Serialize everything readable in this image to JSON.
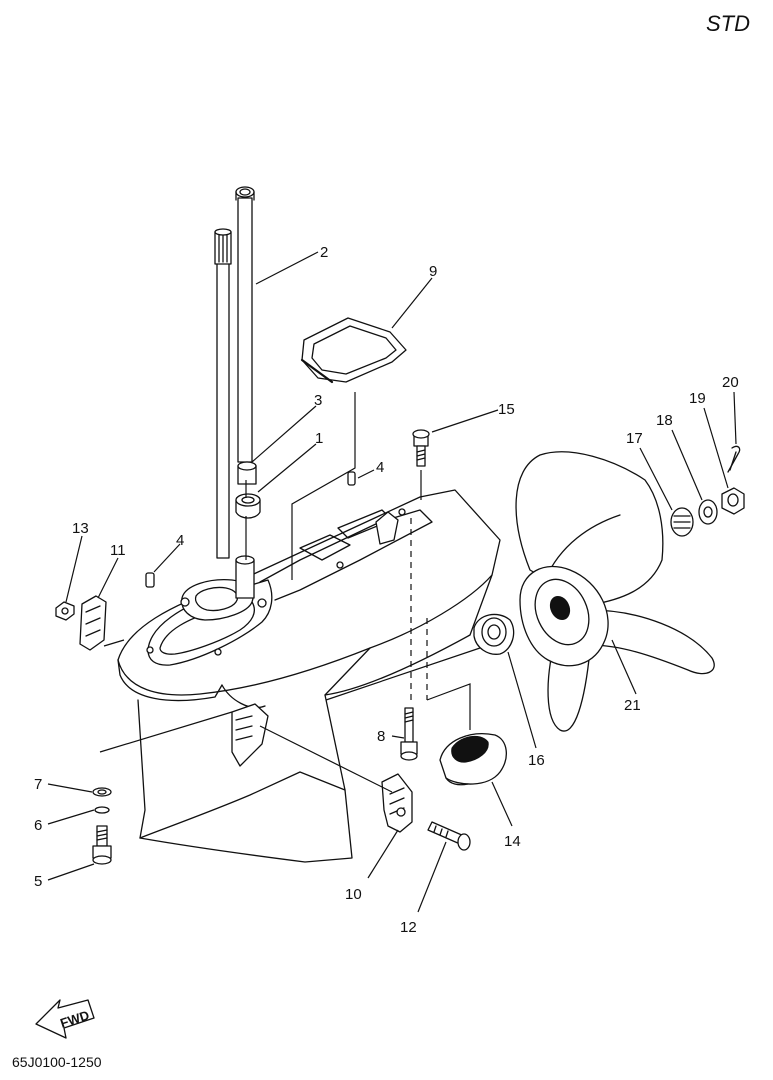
{
  "header": {
    "variant": "STD"
  },
  "footer": {
    "diagram_code": "65J0100-1250",
    "direction_label": "FWD"
  },
  "callouts": [
    {
      "id": "c1",
      "number": "1"
    },
    {
      "id": "c2",
      "number": "2"
    },
    {
      "id": "c3",
      "number": "3"
    },
    {
      "id": "c4a",
      "number": "4"
    },
    {
      "id": "c4b",
      "number": "4"
    },
    {
      "id": "c5",
      "number": "5"
    },
    {
      "id": "c6",
      "number": "6"
    },
    {
      "id": "c7",
      "number": "7"
    },
    {
      "id": "c8",
      "number": "8"
    },
    {
      "id": "c9",
      "number": "9"
    },
    {
      "id": "c10",
      "number": "10"
    },
    {
      "id": "c11",
      "number": "11"
    },
    {
      "id": "c12",
      "number": "12"
    },
    {
      "id": "c13",
      "number": "13"
    },
    {
      "id": "c14",
      "number": "14"
    },
    {
      "id": "c15",
      "number": "15"
    },
    {
      "id": "c16",
      "number": "16"
    },
    {
      "id": "c17",
      "number": "17"
    },
    {
      "id": "c18",
      "number": "18"
    },
    {
      "id": "c19",
      "number": "19"
    },
    {
      "id": "c20",
      "number": "20"
    },
    {
      "id": "c21",
      "number": "21"
    }
  ]
}
